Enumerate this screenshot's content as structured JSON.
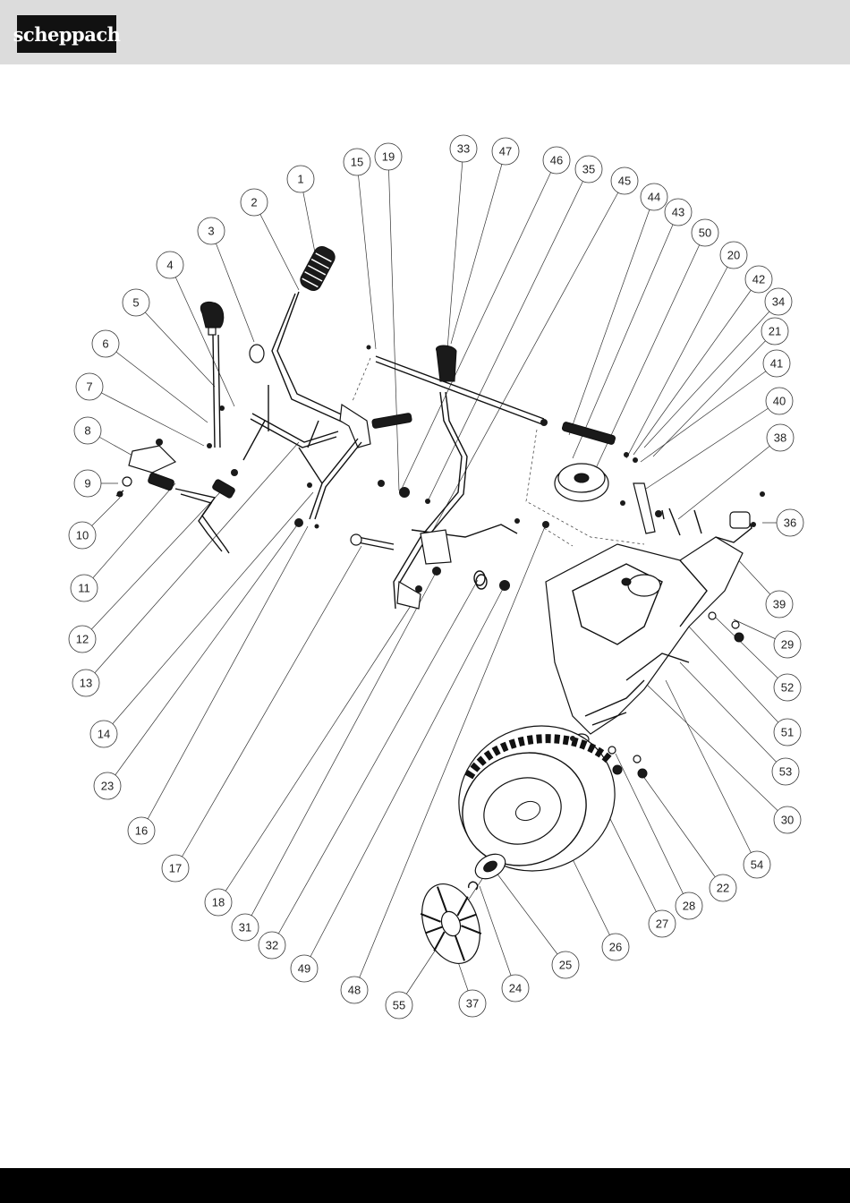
{
  "header": {
    "brand": "scheppach",
    "background": "#dcdcdc",
    "logo_background": "#111111"
  },
  "footer": {
    "background": "#000000"
  },
  "diagram": {
    "callouts": [
      "1",
      "2",
      "3",
      "4",
      "5",
      "6",
      "7",
      "8",
      "9",
      "10",
      "11",
      "12",
      "13",
      "14",
      "15",
      "16",
      "17",
      "18",
      "19",
      "20",
      "21",
      "22",
      "23",
      "24",
      "25",
      "26",
      "27",
      "28",
      "29",
      "30",
      "31",
      "32",
      "33",
      "34",
      "35",
      "36",
      "37",
      "38",
      "39",
      "40",
      "41",
      "42",
      "43",
      "44",
      "45",
      "46",
      "47",
      "48",
      "49",
      "50",
      "51",
      "52",
      "53",
      "54",
      "55"
    ]
  }
}
